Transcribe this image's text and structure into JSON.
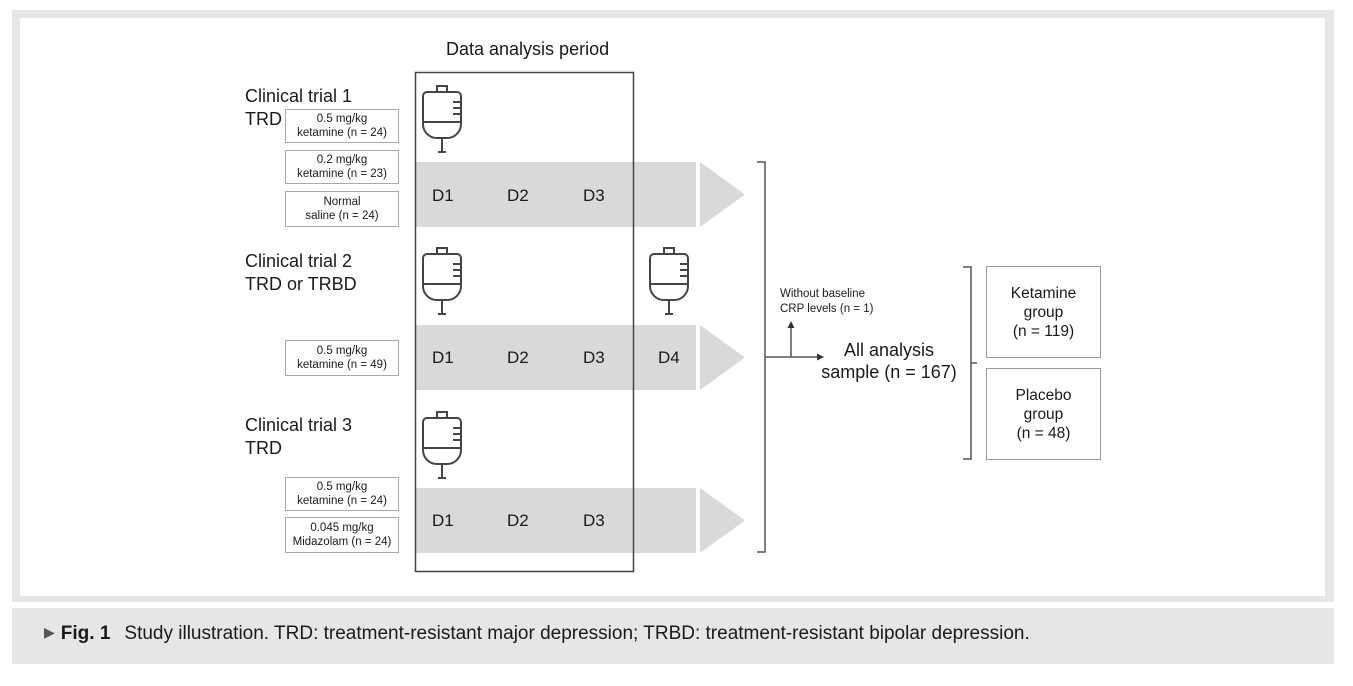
{
  "period_title": "Data analysis period",
  "trials": [
    {
      "title": "Clinical trial 1\nTRD",
      "arms": [
        "0.5 mg/kg\nketamine (n = 24)",
        "0.2 mg/kg\nketamine (n = 23)",
        "Normal\nsaline (n = 24)"
      ],
      "days": [
        "D1",
        "D2",
        "D3"
      ]
    },
    {
      "title": "Clinical trial 2\nTRD or TRBD",
      "arms": [
        "0.5 mg/kg\nketamine (n = 49)"
      ],
      "days": [
        "D1",
        "D2",
        "D3",
        "D4"
      ]
    },
    {
      "title": "Clinical trial 3\nTRD",
      "arms": [
        "0.5 mg/kg\nketamine (n = 24)",
        "0.045 mg/kg\nMidazolam (n = 24)"
      ],
      "days": [
        "D1",
        "D2",
        "D3"
      ]
    }
  ],
  "exclusion_note": "Without baseline\nCRP levels (n = 1)",
  "analysis_sample": "All analysis\nsample (n = 167)",
  "groups": [
    "Ketamine\ngroup\n(n = 119)",
    "Placebo\ngroup\n(n = 48)"
  ],
  "caption": {
    "number": "Fig. 1",
    "text": "Study illustration. TRD: treatment-resistant major depression; TRBD: treatment-resistant bipolar depression."
  },
  "icons": {
    "infusion": "iv-bag-icon",
    "caption_marker": "triangle-right-icon"
  },
  "colors": {
    "band": "#d9d9d9",
    "frame": "#e6e6e6",
    "line": "#555555"
  }
}
